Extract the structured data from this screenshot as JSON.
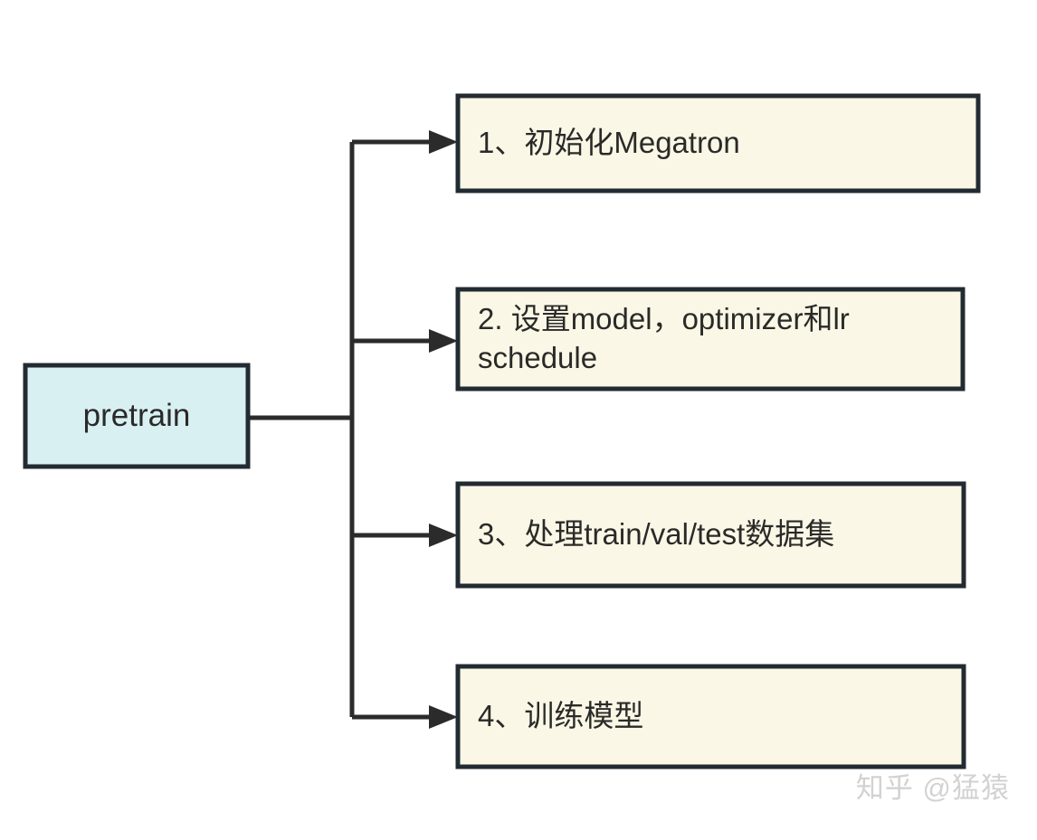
{
  "diagram": {
    "type": "flowchart",
    "orientation": "left-to-right",
    "root": {
      "label": "pretrain",
      "fill": "#d9f0f3",
      "border": "#232b32"
    },
    "steps": [
      {
        "id": "step-1",
        "label": "1、初始化Megatron",
        "fill": "#fbf7e6",
        "border": "#232b32"
      },
      {
        "id": "step-2",
        "label": "2. 设置model，optimizer和lr\nschedule",
        "fill": "#fbf7e6",
        "border": "#232b32"
      },
      {
        "id": "step-3",
        "label": "3、处理train/val/test数据集",
        "fill": "#fbf7e6",
        "border": "#232b32"
      },
      {
        "id": "step-4",
        "label": "4、训练模型",
        "fill": "#fbf7e6",
        "border": "#232b32"
      }
    ],
    "connector_color": "#2b2b2b"
  },
  "watermark": {
    "text": "知乎 @猛猿",
    "color": "#d2d2d2"
  }
}
